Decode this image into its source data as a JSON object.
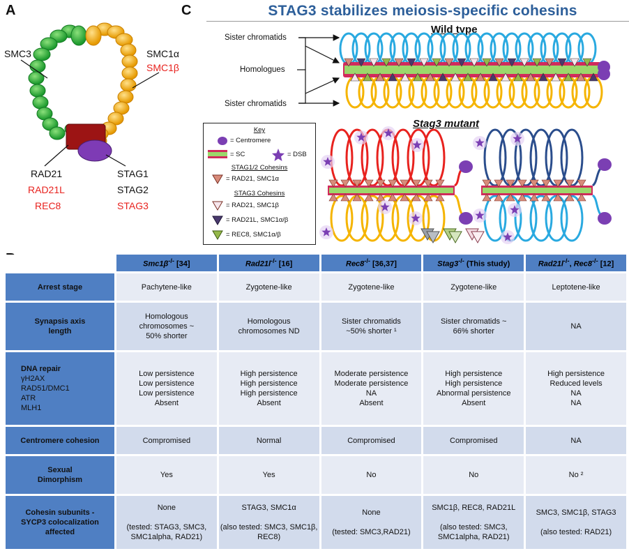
{
  "panel_a": {
    "letter": "A",
    "labels": {
      "smc3": "SMC3",
      "smc1a": "SMC1α",
      "smc1b": "SMC1β",
      "rad21": "RAD21",
      "rad21l": "RAD21L",
      "rec8": "REC8",
      "stag1": "STAG1",
      "stag2": "STAG2",
      "stag3": "STAG3"
    }
  },
  "panel_b": {
    "letter": "B",
    "columns": [
      {
        "gene": "Smc1β",
        "sup": "-/-",
        "ref": " [34]"
      },
      {
        "gene": "Rad21l",
        "sup": "-/-",
        "ref": " [16]"
      },
      {
        "gene": "Rec8",
        "sup": "-/-",
        "ref": " [36,37]"
      },
      {
        "gene": "Stag3",
        "sup": "-/-",
        "ref": " (This study)"
      },
      {
        "gene": "Rad21l",
        "sup": "-/-",
        "mid": ", ",
        "gene2": "Rec8",
        "sup2": "-/-",
        "ref": " [12]"
      }
    ],
    "rows": [
      {
        "header": "Arrest stage",
        "cells": [
          "Pachytene-like",
          "Zygotene-like",
          "Zygotene-like",
          "Zygotene-like",
          "Leptotene-like"
        ]
      },
      {
        "header": "Synapsis axis length",
        "cells": [
          "Homologous chromosomes ~ 50% shorter",
          "Homologous chromosomes ND",
          "Sister chromatids ~50% shorter ¹",
          "Sister chromatids ~ 66% shorter",
          "NA"
        ]
      },
      {
        "header": "DNA repair",
        "subheaders": [
          "γH2AX",
          "RAD51/DMC1",
          "ATR",
          "MLH1"
        ],
        "cells": [
          [
            "Low persistence",
            "Low persistence",
            "Low persistence",
            "Absent"
          ],
          [
            "High persistence",
            "High persistence",
            "High persistence",
            "Absent"
          ],
          [
            "Moderate persistence",
            "Moderate persistence",
            "NA",
            "Absent"
          ],
          [
            "High persistence",
            "High persistence",
            "Abnormal persistence",
            "Absent"
          ],
          [
            "High persistence",
            "Reduced levels",
            "NA",
            "NA"
          ]
        ]
      },
      {
        "header": "Centromere cohesion",
        "cells": [
          "Compromised",
          "Normal",
          "Compromised",
          "Compromised",
          "NA"
        ]
      },
      {
        "header": "Sexual Dimorphism",
        "cells": [
          "Yes",
          "Yes",
          "No",
          "No",
          "No ²"
        ]
      },
      {
        "header": "Cohesin subunits - SYCP3 colocalization affected",
        "cells": [
          [
            "None",
            "",
            "(tested: STAG3, SMC3, SMC1alpha, RAD21)"
          ],
          [
            "STAG3, SMC1α",
            "",
            "(also tested: SMC3, SMC1β, REC8)"
          ],
          [
            "None",
            "",
            "(tested: SMC3,RAD21)"
          ],
          [
            "SMC1β, REC8, RAD21L",
            "",
            "(also tested: SMC3, SMC1alpha, RAD21)"
          ],
          [
            "SMC3, SMC1β, STAG3",
            "",
            "(also tested: RAD21)"
          ]
        ]
      }
    ]
  },
  "panel_c": {
    "letter": "C",
    "title": "STAG3 stabilizes meiosis-specific cohesins",
    "wild_type": "Wild type",
    "mutant": "Stag3 mutant",
    "side_labels": {
      "sister_top": "Sister chromatids",
      "homologues": "Homologues",
      "sister_bottom": "Sister chromatids"
    },
    "key": {
      "title": "Key",
      "centromere": "= Centromere",
      "sc": "= SC",
      "dsb": "= DSB",
      "stag12_header": "STAG1/2 Cohesins",
      "stag12_item": "= RAD21, SMC1α",
      "stag3_header": "STAG3 Cohesins",
      "stag3_item1": "= RAD21, SMC1β",
      "stag3_item2": "= RAD21L, SMC1α/β",
      "stag3_item3": "= REC8, SMC1α/β"
    },
    "colors": {
      "blue": "#29a9e0",
      "orange": "#f5b400",
      "red": "#e8221e",
      "navy": "#2a4d8c",
      "sc_green": "#9cd86b",
      "sc_pink": "#d12b5c",
      "purple": "#7b3fb3"
    }
  }
}
